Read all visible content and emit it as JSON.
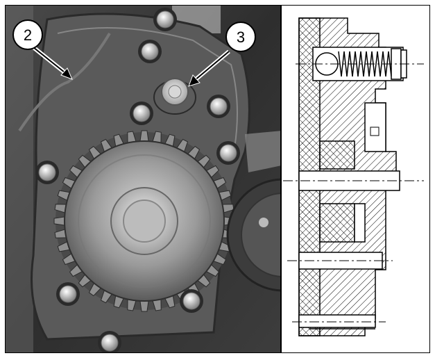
{
  "callouts": [
    {
      "id": "callout-2",
      "label": "2"
    },
    {
      "id": "callout-3",
      "label": "3"
    }
  ],
  "colors": {
    "photo_background": "#1a1a1a",
    "metal_light": "#b8b8b8",
    "metal_dark": "#3a3a3a",
    "hatch": "#000000"
  }
}
